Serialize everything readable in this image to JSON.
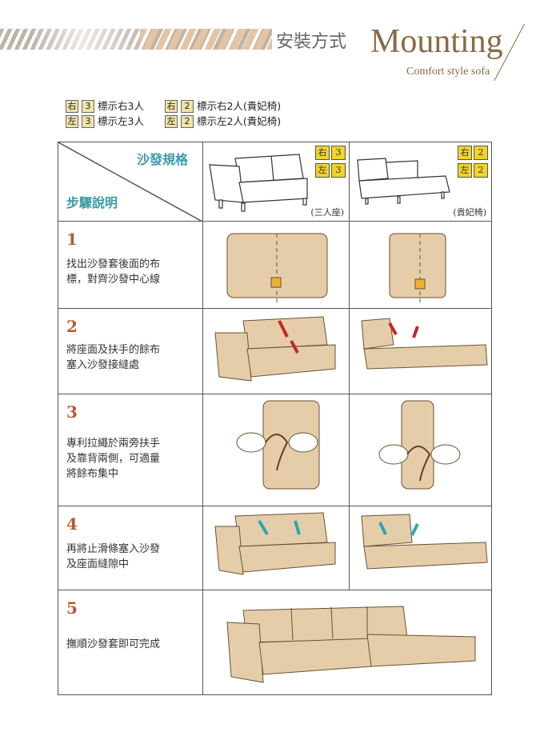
{
  "header": {
    "title_cn": "安裝方式",
    "title_en": "Mounting",
    "subtitle": "Comfort style sofa"
  },
  "legend": [
    {
      "tag1": "右",
      "tag2": "3",
      "label": "標示右3人",
      "tag3": "右",
      "tag4": "2",
      "label2": "標示右2人(貴妃椅)"
    },
    {
      "tag1": "左",
      "tag2": "3",
      "label": "標示左3人",
      "tag3": "左",
      "tag4": "2",
      "label2": "標示左2人(貴妃椅)"
    }
  ],
  "table": {
    "header_top": "沙發規格",
    "header_bottom": "步驟說明",
    "col1": {
      "tags": [
        [
          "右",
          "3"
        ],
        [
          "左",
          "3"
        ]
      ],
      "caption": "(三人座)"
    },
    "col2": {
      "tags": [
        [
          "右",
          "2"
        ],
        [
          "左",
          "2"
        ]
      ],
      "caption": "(貴妃椅)"
    },
    "steps": [
      {
        "num": "1",
        "text": "找出沙發套後面的布\n標，對齊沙發中心線"
      },
      {
        "num": "2",
        "text": "將座面及扶手的餘布\n塞入沙發接縫處"
      },
      {
        "num": "3",
        "text": "專利拉繩於兩旁扶手\n及靠背兩側，可適量\n將餘布集中"
      },
      {
        "num": "4",
        "text": "再將止滑條塞入沙發\n及座面縫隙中"
      },
      {
        "num": "5",
        "text": "撫順沙發套即可完成"
      }
    ]
  },
  "colors": {
    "accent": "#b85a2e",
    "heading": "#3a9aa8",
    "fabric": "#e6cdaa"
  }
}
